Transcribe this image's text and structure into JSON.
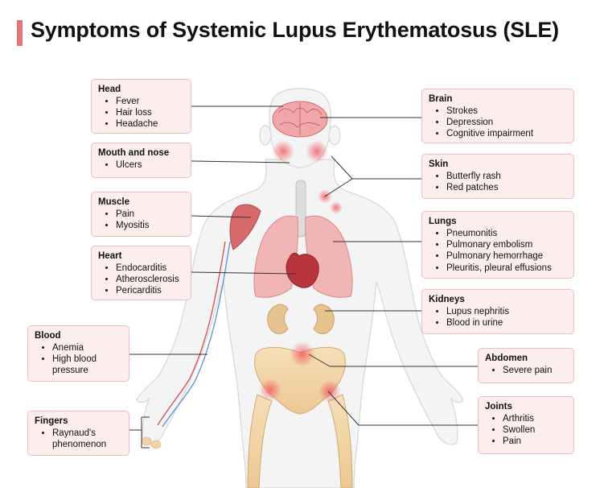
{
  "title": "Symptoms of Systemic Lupus Erythematosus (SLE)",
  "colors": {
    "accent": "#e2777a",
    "box_fill": "#fdeeee",
    "box_border": "#efbdbf"
  },
  "boxes": [
    {
      "id": "head",
      "heading": "Head",
      "items": [
        "Fever",
        "Hair loss",
        "Headache"
      ]
    },
    {
      "id": "mouth",
      "heading": "Mouth and nose",
      "items": [
        "Ulcers"
      ]
    },
    {
      "id": "muscle",
      "heading": "Muscle",
      "items": [
        "Pain",
        "Myositis"
      ]
    },
    {
      "id": "heart",
      "heading": "Heart",
      "items": [
        "Endocarditis",
        "Atherosclerosis",
        "Pericarditis"
      ]
    },
    {
      "id": "blood",
      "heading": "Blood",
      "items": [
        "Anemia",
        "High blood pressure"
      ]
    },
    {
      "id": "fingers",
      "heading": "Fingers",
      "items": [
        "Raynaud's phenomenon"
      ]
    },
    {
      "id": "brain",
      "heading": "Brain",
      "items": [
        "Strokes",
        "Depression",
        "Cognitive impairment"
      ]
    },
    {
      "id": "skin",
      "heading": "Skin",
      "items": [
        "Butterfly rash",
        "Red patches"
      ]
    },
    {
      "id": "lungs",
      "heading": "Lungs",
      "items": [
        "Pneumonitis",
        "Pulmonary embolism",
        "Pulmonary hemorrhage",
        "Pleuritis, pleural effusions"
      ]
    },
    {
      "id": "kidneys",
      "heading": "Kidneys",
      "items": [
        "Lupus nephritis",
        "Blood in urine"
      ]
    },
    {
      "id": "abdomen",
      "heading": "Abdomen",
      "items": [
        "Severe pain"
      ]
    },
    {
      "id": "joints",
      "heading": "Joints",
      "items": [
        "Arthritis",
        "Swollen",
        "Pain"
      ]
    }
  ]
}
